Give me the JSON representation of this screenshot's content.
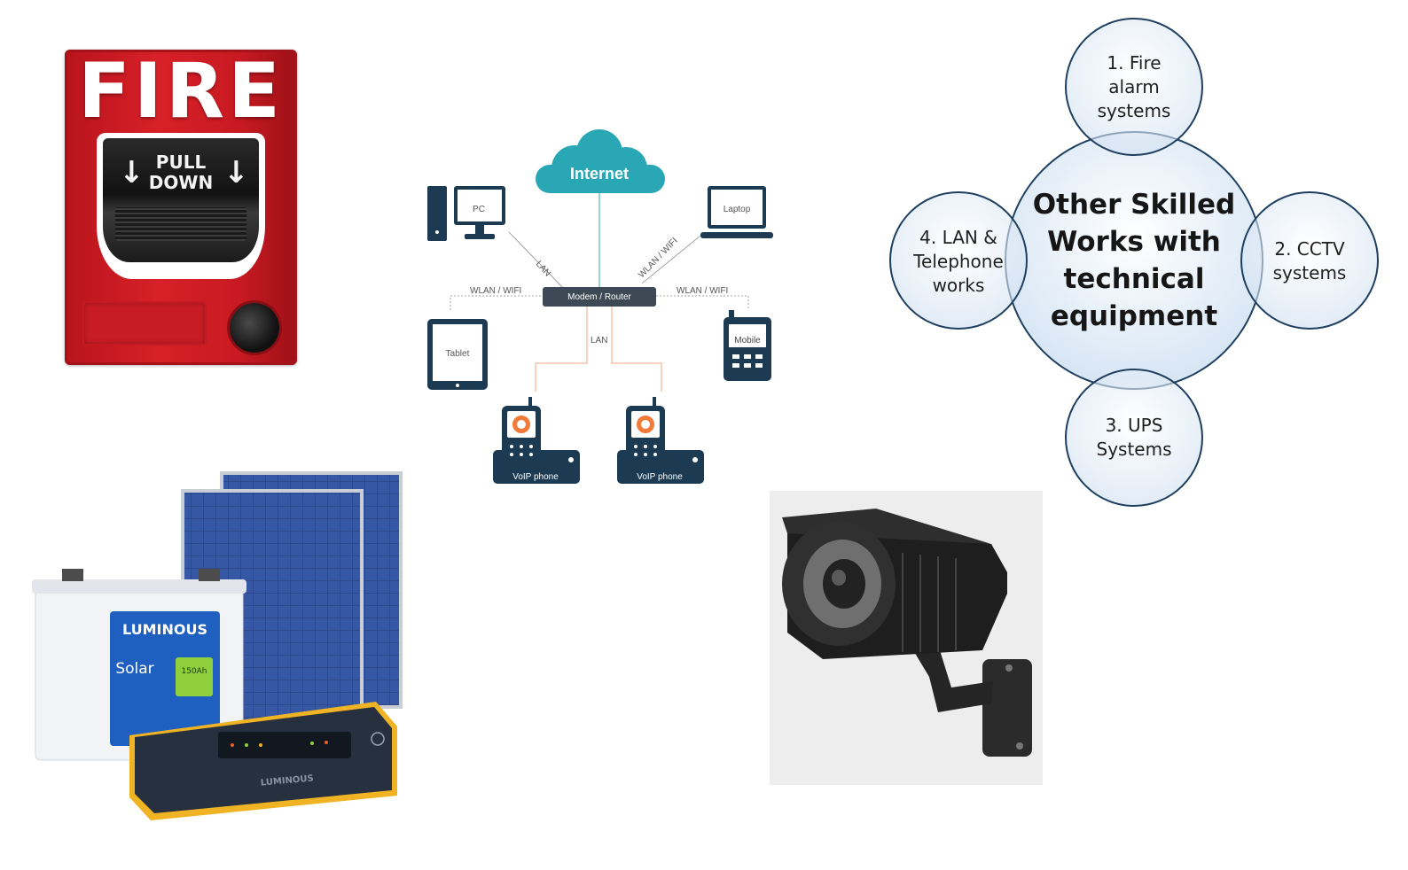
{
  "fire_alarm": {
    "title": "FIRE",
    "handle_line1": "PULL",
    "handle_line2": "DOWN",
    "arrow_glyph": "↓"
  },
  "network": {
    "cloud_label": "Internet",
    "router_label": "Modem / Router",
    "devices": {
      "pc": "PC",
      "laptop": "Laptop",
      "tablet": "Tablet",
      "mobile": "Mobile",
      "voip_left": "VoIP phone",
      "voip_right": "VoIP phone"
    },
    "links": {
      "pc_link": "LAN",
      "laptop_link": "WLAN / WIFI",
      "tablet_link": "WLAN / WIFI",
      "mobile_link": "WLAN / WIFI",
      "voip_link": "LAN"
    },
    "colors": {
      "teal": "#2aa7b5",
      "navy": "#1c3a52",
      "router": "#3d4a55",
      "orange_link": "#f0a47a"
    }
  },
  "skills_diagram": {
    "center": [
      "Other Skilled",
      "Works with",
      "technical",
      "equipment"
    ],
    "items": [
      {
        "lines": [
          "1. Fire",
          "alarm",
          "systems"
        ]
      },
      {
        "lines": [
          "2. CCTV",
          "systems"
        ]
      },
      {
        "lines": [
          "3. UPS",
          "Systems"
        ]
      },
      {
        "lines": [
          "4. LAN &",
          "Telephone",
          "works"
        ]
      }
    ],
    "colors": {
      "stroke": "#1f3f60",
      "fill_center": "#eaf2fa",
      "fill_outer": "#dbe8f5"
    }
  },
  "solar": {
    "battery_brand": "LUMINOUS",
    "battery_product": "Solar",
    "battery_capacity": "150Ah",
    "inverter_brand": "LUMINOUS"
  }
}
